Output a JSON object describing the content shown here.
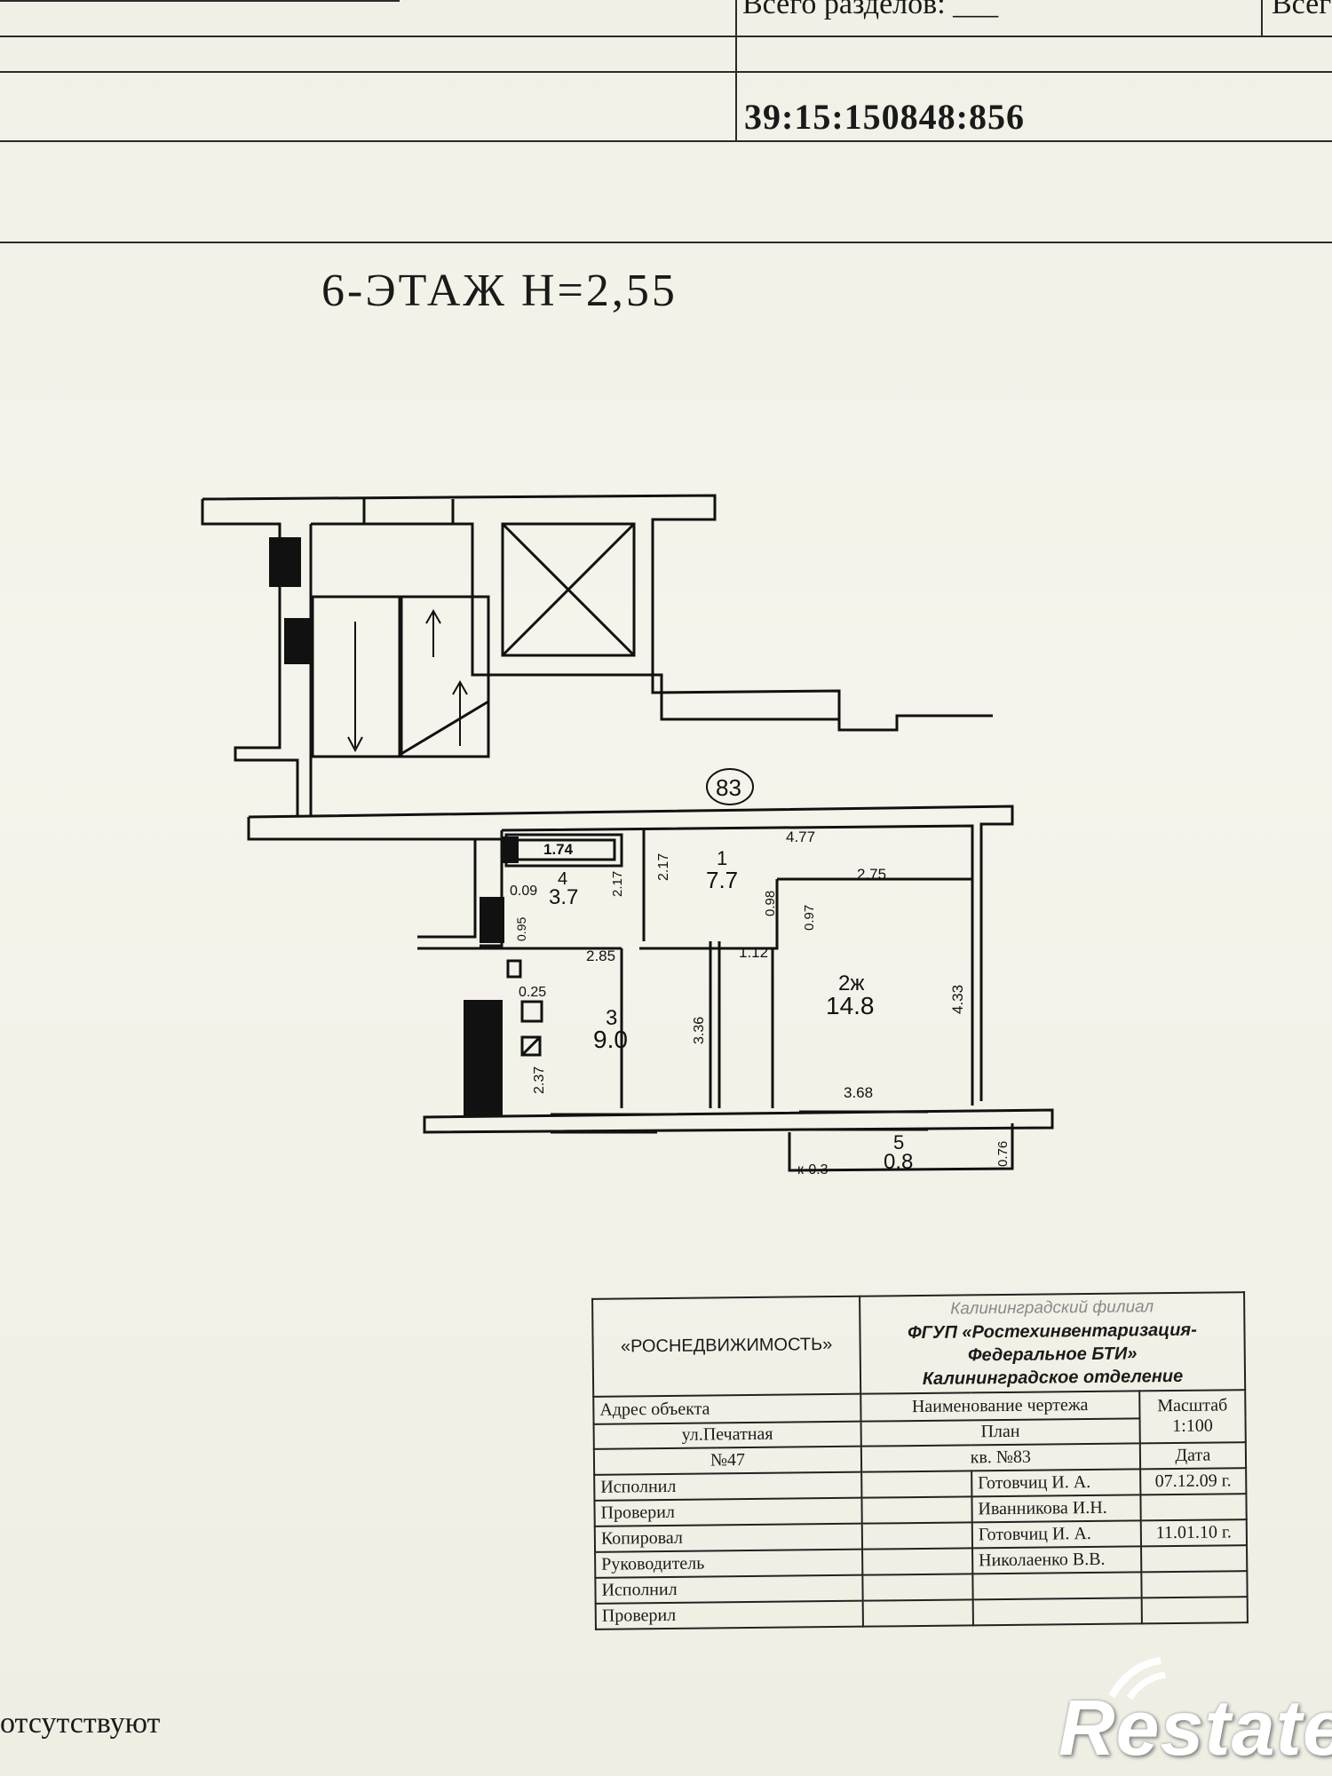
{
  "header": {
    "sections_label": "Всего разделов: ___",
    "right_cut_label": "Всег",
    "cadastral_number": "39:15:150848:856"
  },
  "plan": {
    "floor_title": "6-ЭТАЖ  Н=2,55",
    "apartment_number": "83",
    "rooms": [
      {
        "number": "1",
        "area": "7.7"
      },
      {
        "number": "2ж",
        "area": "14.8"
      },
      {
        "number": "3",
        "area": "9.0"
      },
      {
        "number": "4",
        "area": "3.7"
      },
      {
        "number": "5",
        "area": "0.8"
      }
    ],
    "dimensions": [
      "1.74",
      "4.77",
      "2.17",
      "2.17",
      "0.09",
      "2.75",
      "0.98",
      "0.97",
      "0.95",
      "2.85",
      "1.12",
      "4.33",
      "0.25",
      "3.36",
      "2.37",
      "3.68",
      "0.76",
      "к-0.3"
    ]
  },
  "stamp": {
    "agency": "«РОСНЕДВИЖИМОСТЬ»",
    "org_faint": "Калининградский филиал",
    "org_line1": "ФГУП «Ростехинвентаризация-",
    "org_line2": "Федеральное БТИ»",
    "org_line3": "Калининградское отделение",
    "address_header": "Адрес объекта",
    "drawing_header": "Наименование чертежа",
    "scale_header": "Масштаб",
    "scale_value": "1:100",
    "address_line1": "ул.Печатная",
    "address_line2": "№47",
    "drawing_line1": "План",
    "drawing_line2": "кв. №83",
    "date_header": "Дата",
    "rows": [
      {
        "role": "Исполнил",
        "person": "Готовчиц И. А.",
        "date": "07.12.09 г."
      },
      {
        "role": "Проверил",
        "person": "Иванникова И.Н.",
        "date": ""
      },
      {
        "role": "Копировал",
        "person": "Готовчиц И. А.",
        "date": "11.01.10 г."
      },
      {
        "role": "Руководитель",
        "person": "Николаенко В.В.",
        "date": ""
      },
      {
        "role": "Исполнил",
        "person": "",
        "date": ""
      },
      {
        "role": "Проверил",
        "person": "",
        "date": ""
      }
    ]
  },
  "footer": {
    "note": "отсутствуют",
    "watermark": "Restate"
  }
}
